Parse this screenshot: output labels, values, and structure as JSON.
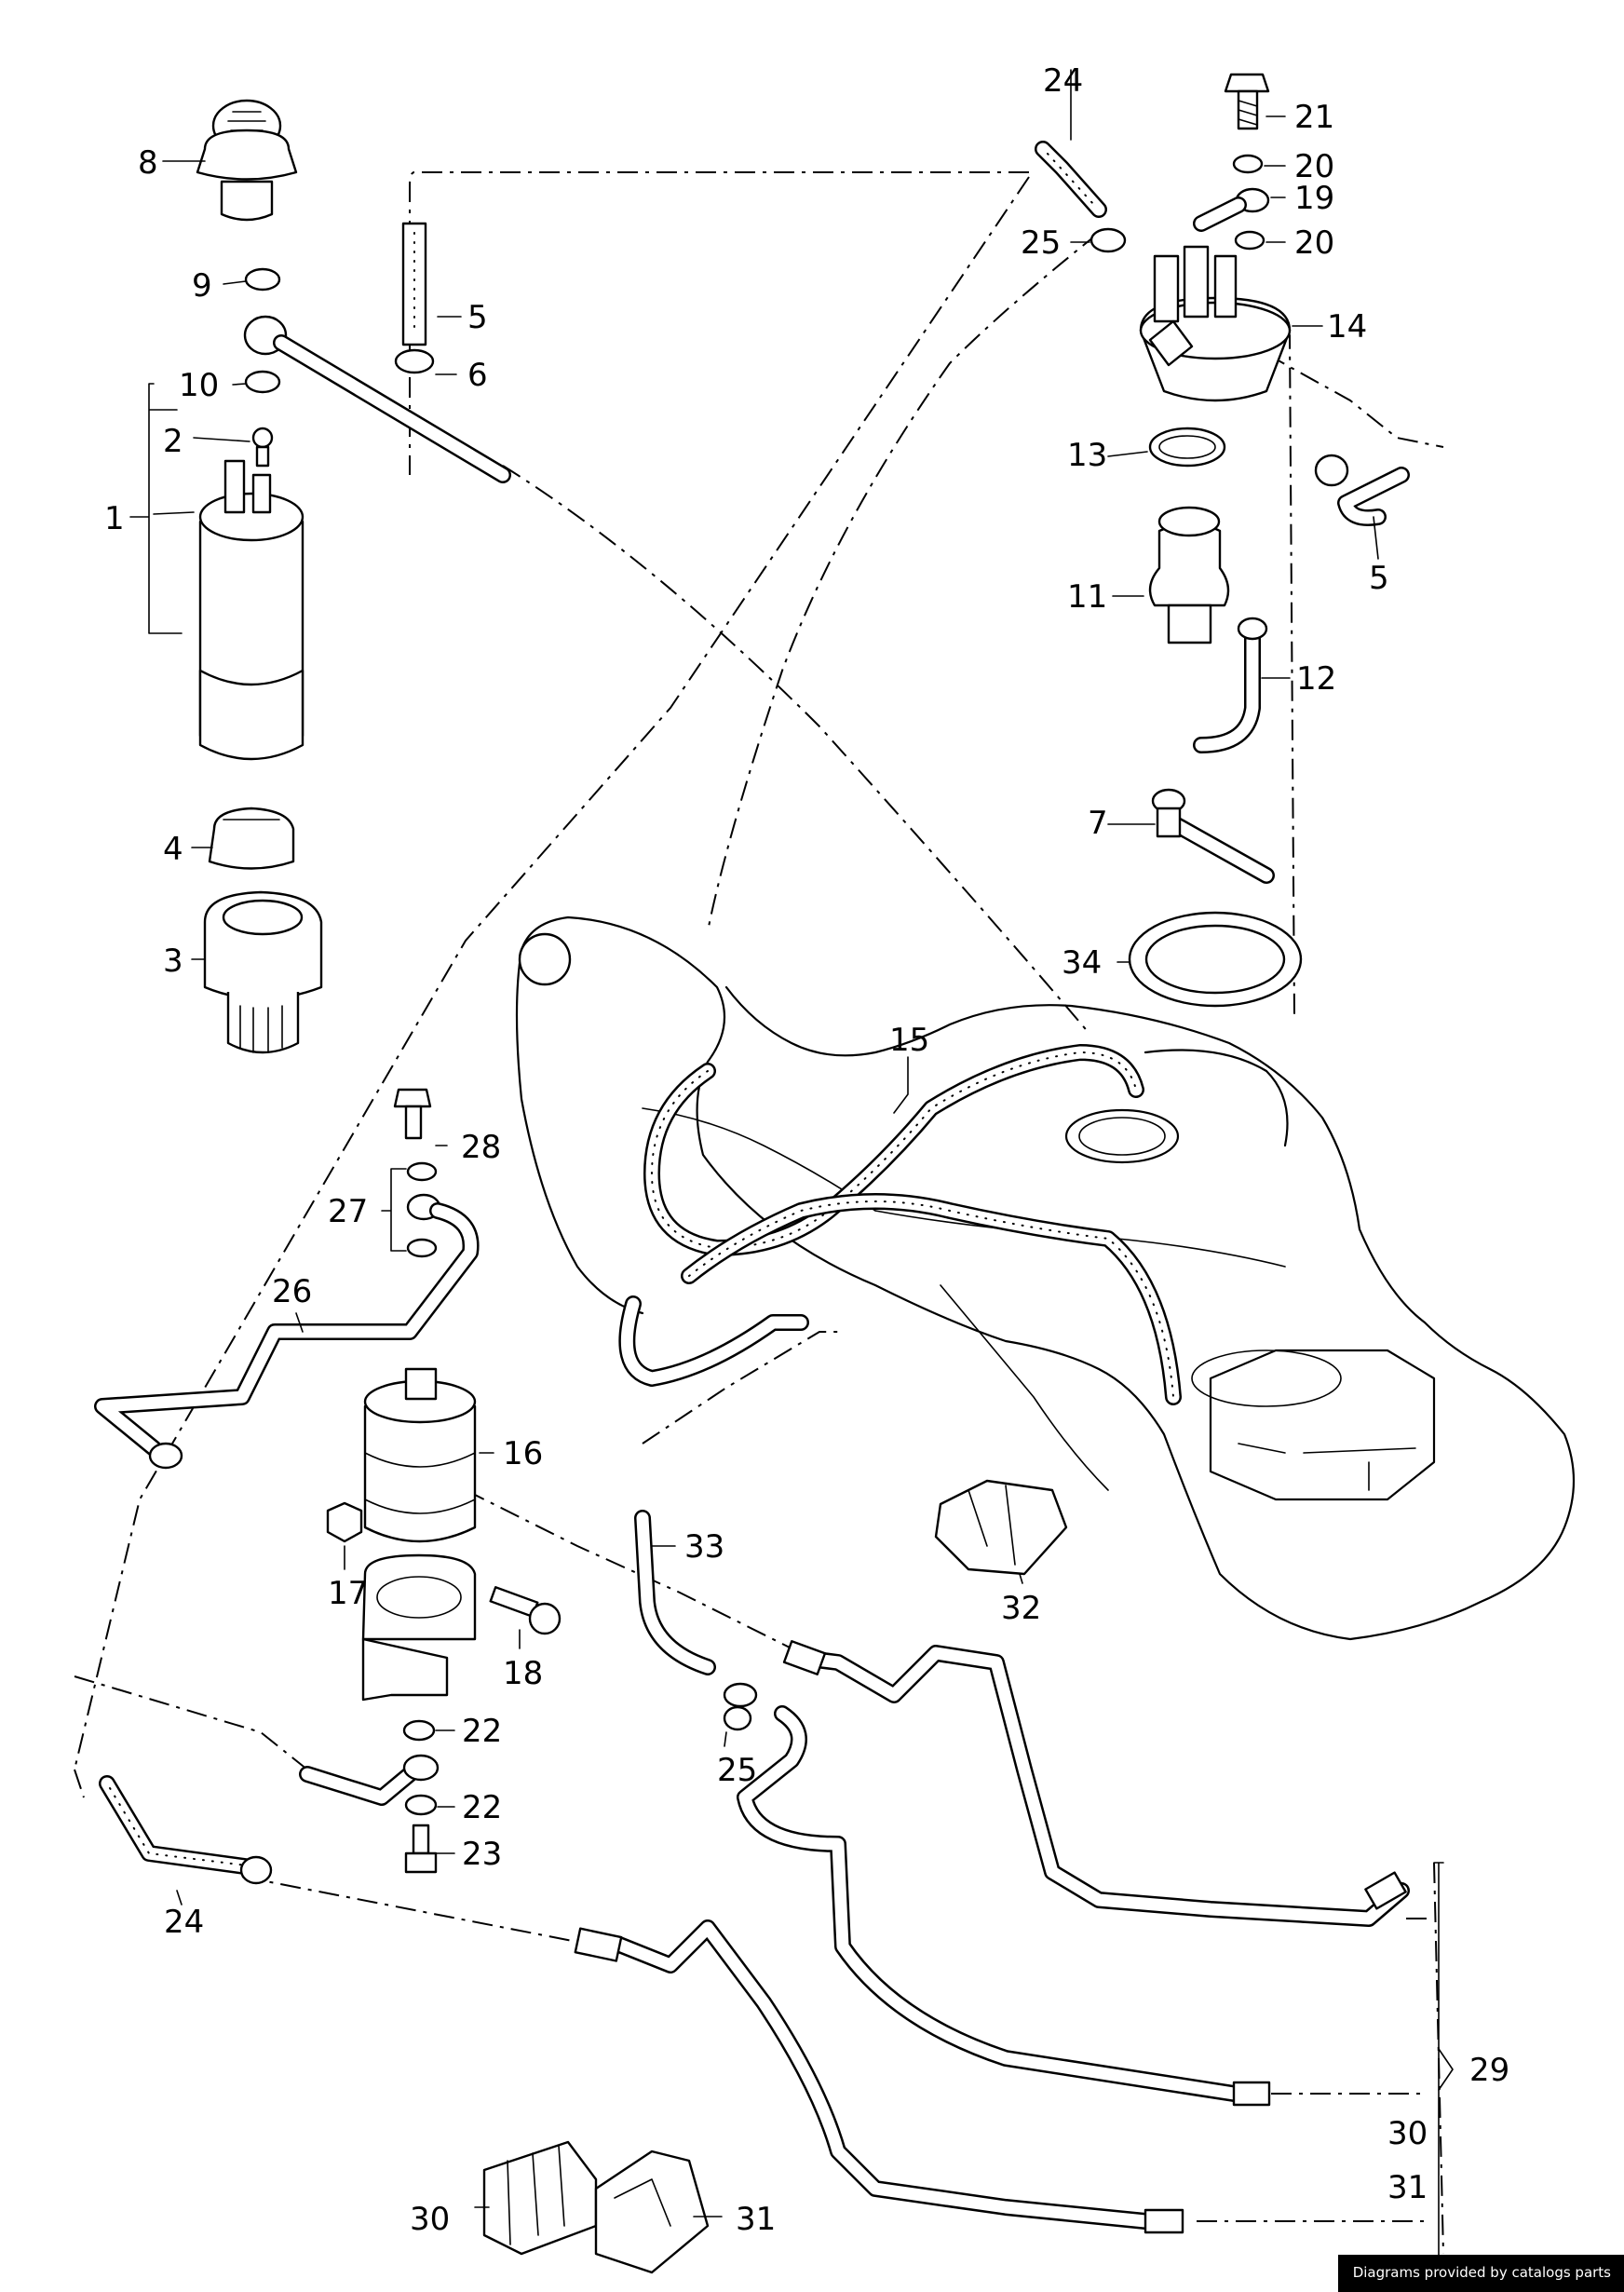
{
  "callouts": {
    "c1": "1",
    "c2": "2",
    "c3": "3",
    "c4": "4",
    "c5a": "5",
    "c5b": "5",
    "c6": "6",
    "c7": "7",
    "c8": "8",
    "c9": "9",
    "c10": "10",
    "c11": "11",
    "c12": "12",
    "c13": "13",
    "c14": "14",
    "c15": "15",
    "c16": "16",
    "c17": "17",
    "c18": "18",
    "c19": "19",
    "c20a": "20",
    "c20b": "20",
    "c21": "21",
    "c22a": "22",
    "c22b": "22",
    "c23": "23",
    "c24a": "24",
    "c24b": "24",
    "c25a": "25",
    "c25b": "25",
    "c26": "26",
    "c27": "27",
    "c28": "28",
    "c29": "29",
    "c30a": "30",
    "c30b": "30",
    "c31a": "31",
    "c31b": "31",
    "c32": "32",
    "c33": "33",
    "c34": "34"
  },
  "credit": "Diagrams provided by catalogs parts"
}
